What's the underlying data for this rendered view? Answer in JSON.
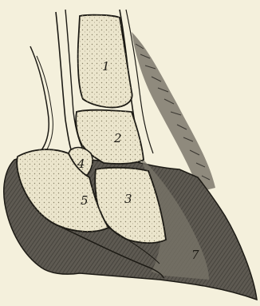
{
  "figure": {
    "colors": {
      "background": "#f4f0dc",
      "ink": "#1c1a14",
      "bone": "#ebe5cc",
      "hoof": "#5e5a52",
      "hoof_dark": "#33312c"
    },
    "labels": {
      "1": "1",
      "2": "2",
      "3": "3",
      "4": "4",
      "5": "5",
      "7": "7"
    }
  }
}
